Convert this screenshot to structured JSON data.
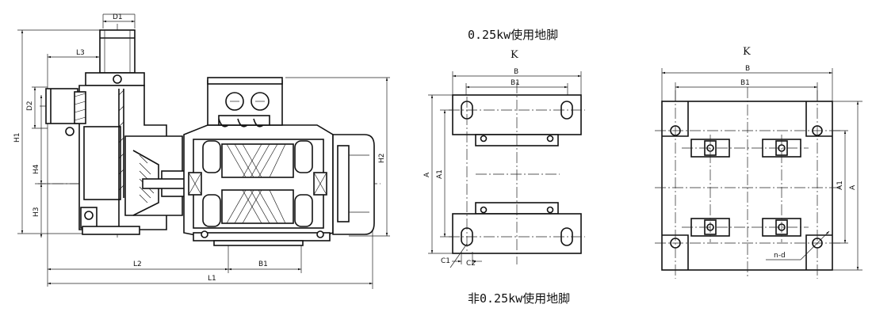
{
  "captions": {
    "top": "0.25kw使用地脚",
    "bottom": "非0.25kw使用地脚"
  },
  "pump_dims": {
    "d1": "D1",
    "d2": "D2",
    "l1": "L1",
    "l2": "L2",
    "l3": "L3",
    "h1": "H1",
    "h2": "H2",
    "h3": "H3",
    "h4": "H4",
    "b1": "B1"
  },
  "base_small": {
    "k": "K",
    "b": "B",
    "b1": "B1",
    "a": "A",
    "a1": "A1",
    "c1": "C1",
    "c2": "C2"
  },
  "base_large": {
    "k": "K",
    "b": "B",
    "b1": "B1",
    "a": "A",
    "a1": "A1",
    "nd": "n-d"
  }
}
